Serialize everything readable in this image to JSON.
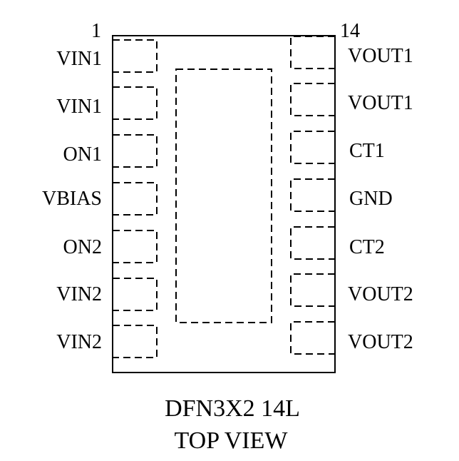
{
  "first_pin_number": "1",
  "last_pin_number": "14",
  "left_pins": [
    {
      "label": "VIN1"
    },
    {
      "label": "VIN1"
    },
    {
      "label": "ON1"
    },
    {
      "label": "VBIAS"
    },
    {
      "label": "ON2"
    },
    {
      "label": "VIN2"
    },
    {
      "label": "VIN2"
    }
  ],
  "right_pins": [
    {
      "label": "VOUT1"
    },
    {
      "label": "VOUT1"
    },
    {
      "label": "CT1"
    },
    {
      "label": "GND"
    },
    {
      "label": "CT2"
    },
    {
      "label": "VOUT2"
    },
    {
      "label": "VOUT2"
    }
  ],
  "caption": {
    "line1": "DFN3X2 14L",
    "line2": "TOP VIEW"
  }
}
